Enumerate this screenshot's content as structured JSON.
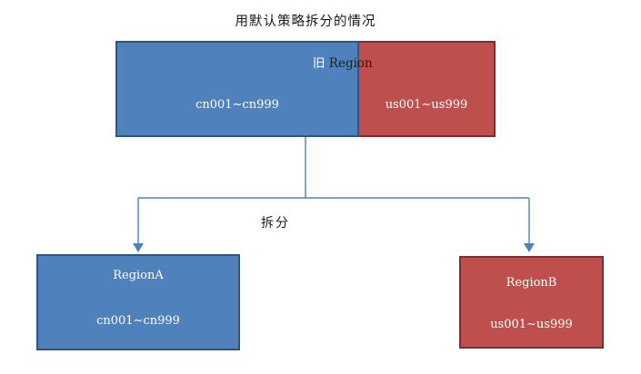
{
  "title": "用默认策略拆分的情况",
  "old_region": {
    "label": {
      "prefix": "旧 ",
      "word": "Region"
    },
    "blue_range": "cn001~cn999",
    "red_range": "us001~us999"
  },
  "split_label": "拆分",
  "children": {
    "region_a": {
      "name": "RegionA",
      "range": "cn001~cn999"
    },
    "region_b": {
      "name": "RegionB",
      "range": "us001~us999"
    }
  },
  "colors": {
    "blue-fill": "#4f81bd",
    "blue-border": "#2e5480",
    "red-fill": "#bf4f4c",
    "red-border": "#7d2e2b",
    "arrow": "#4f81bd",
    "text-on-fill": "#ffffff"
  }
}
